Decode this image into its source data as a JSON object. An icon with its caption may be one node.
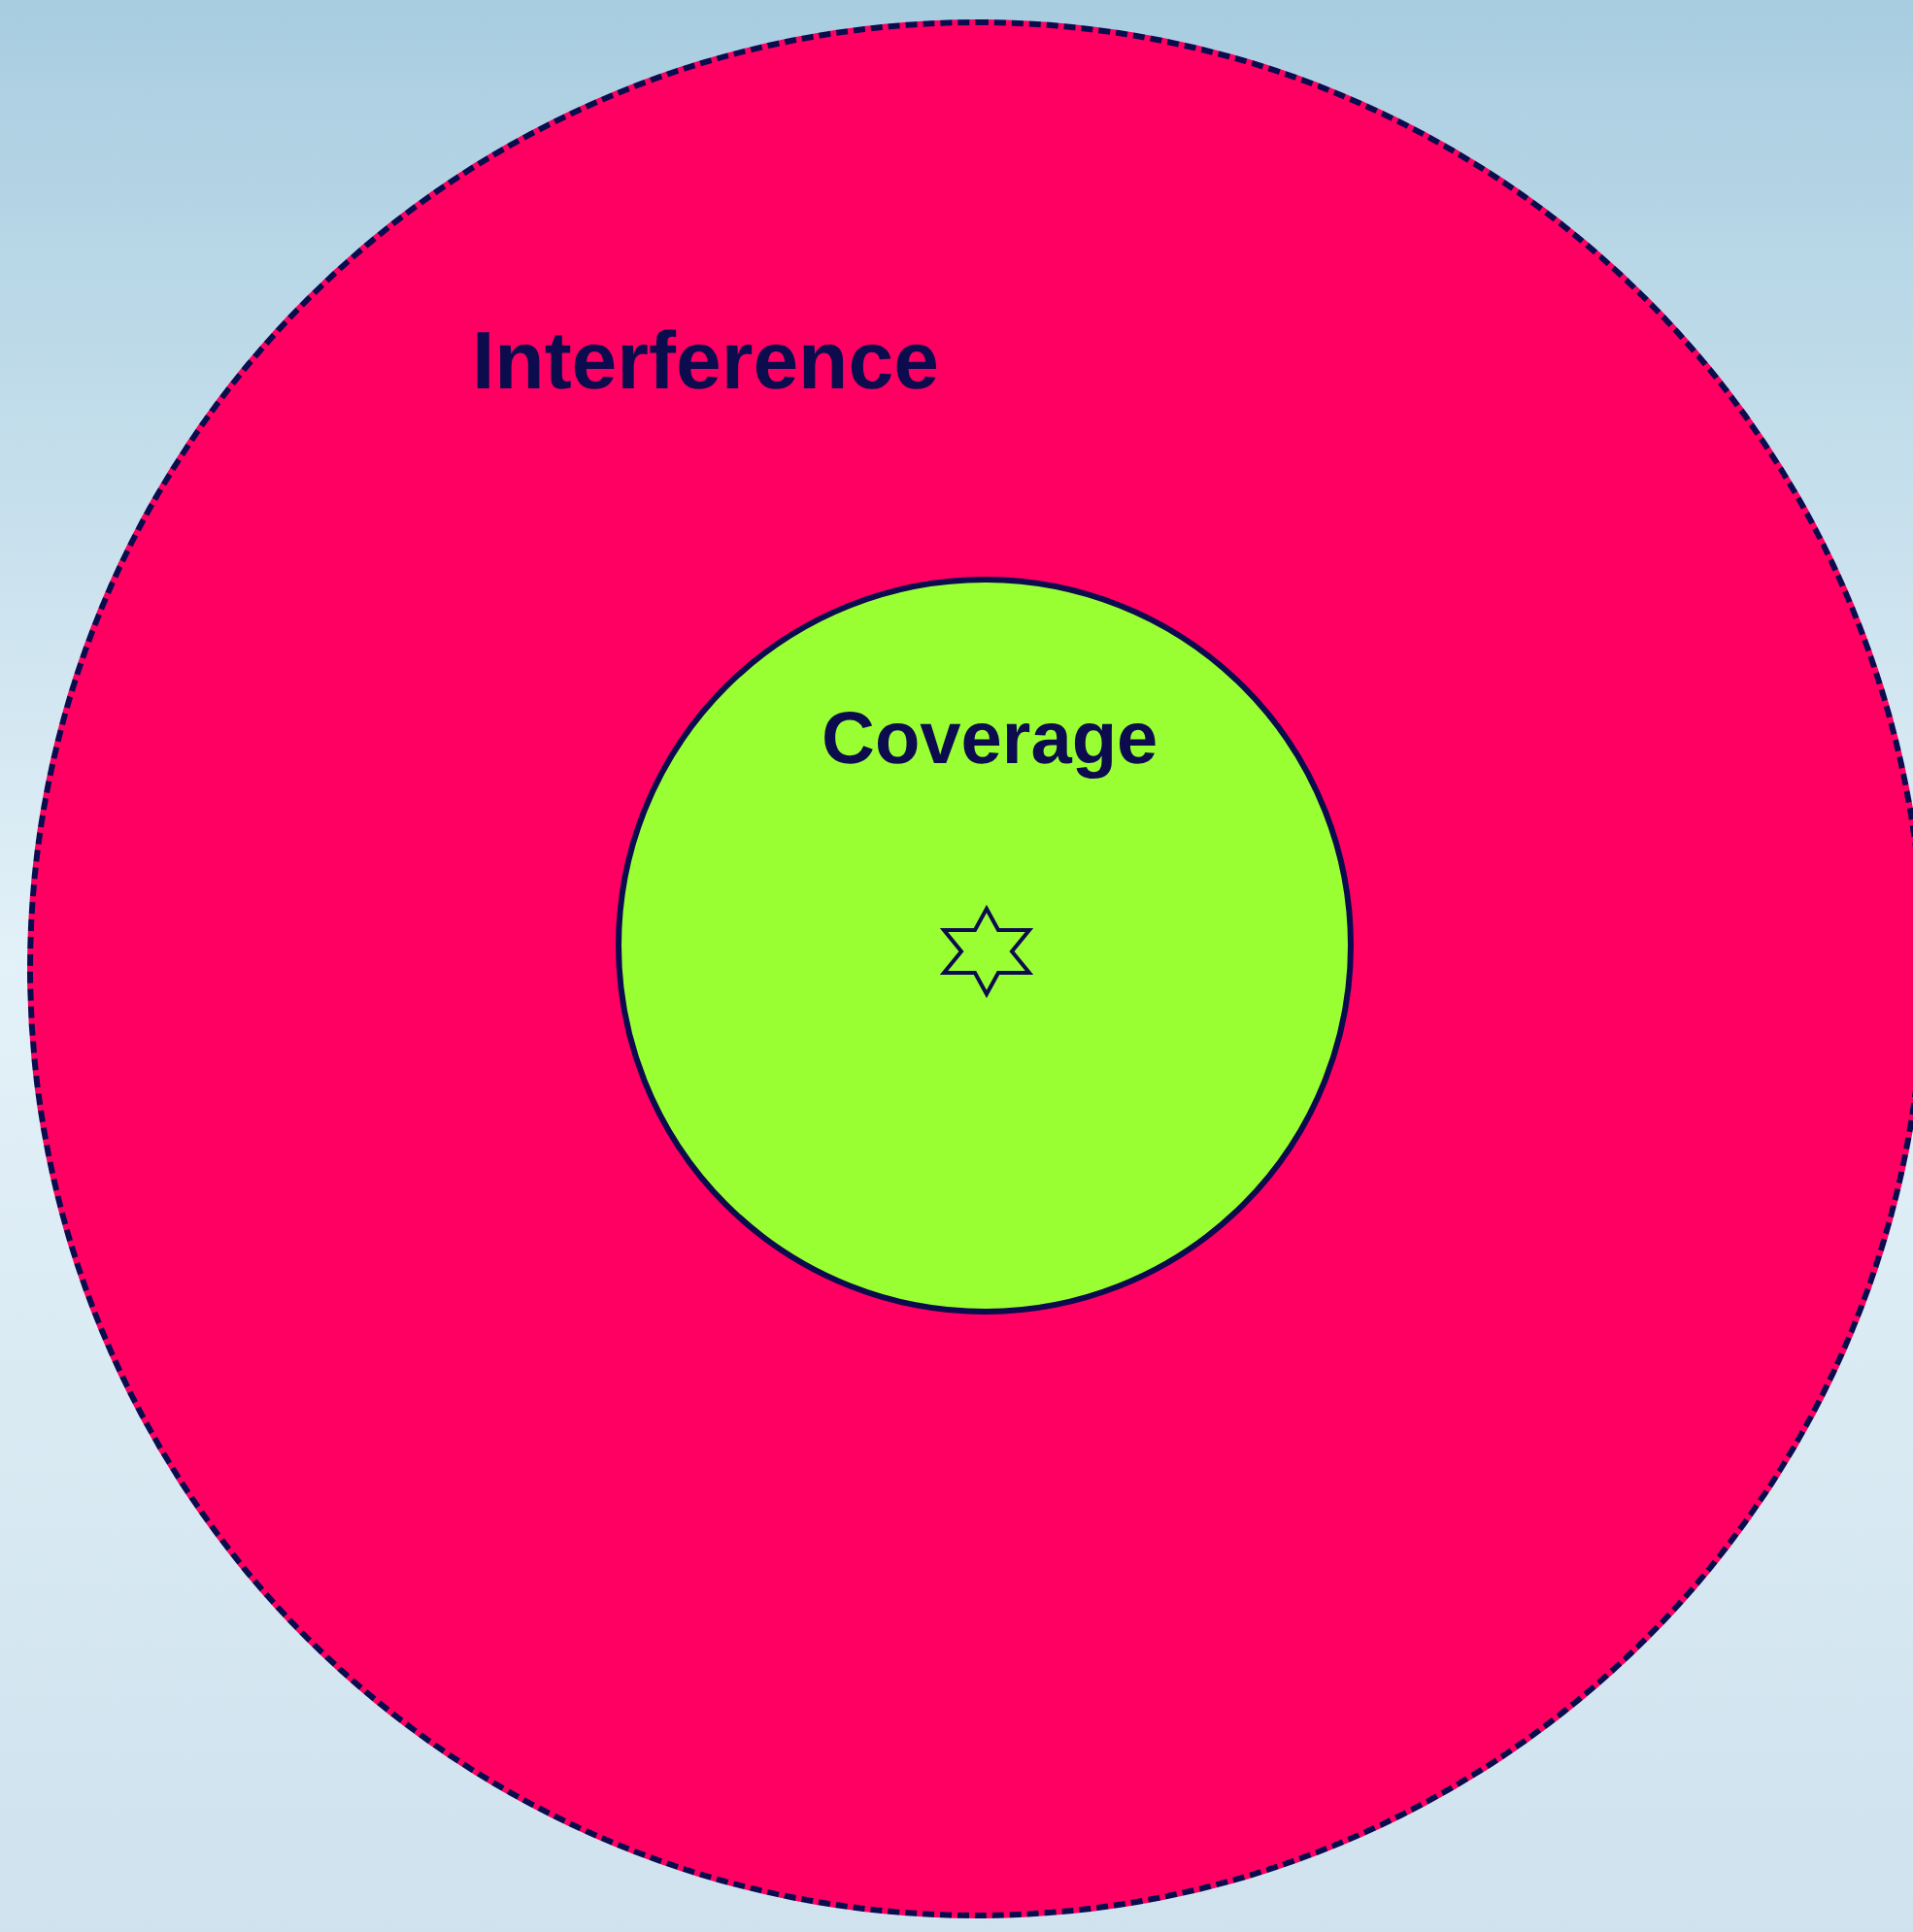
{
  "diagram": {
    "nodes": [
      {
        "text": [
          "Interference"
        ]
      },
      {
        "text": [
          "Coverage"
        ],
        "in": 0
      }
    ]
  }
}
